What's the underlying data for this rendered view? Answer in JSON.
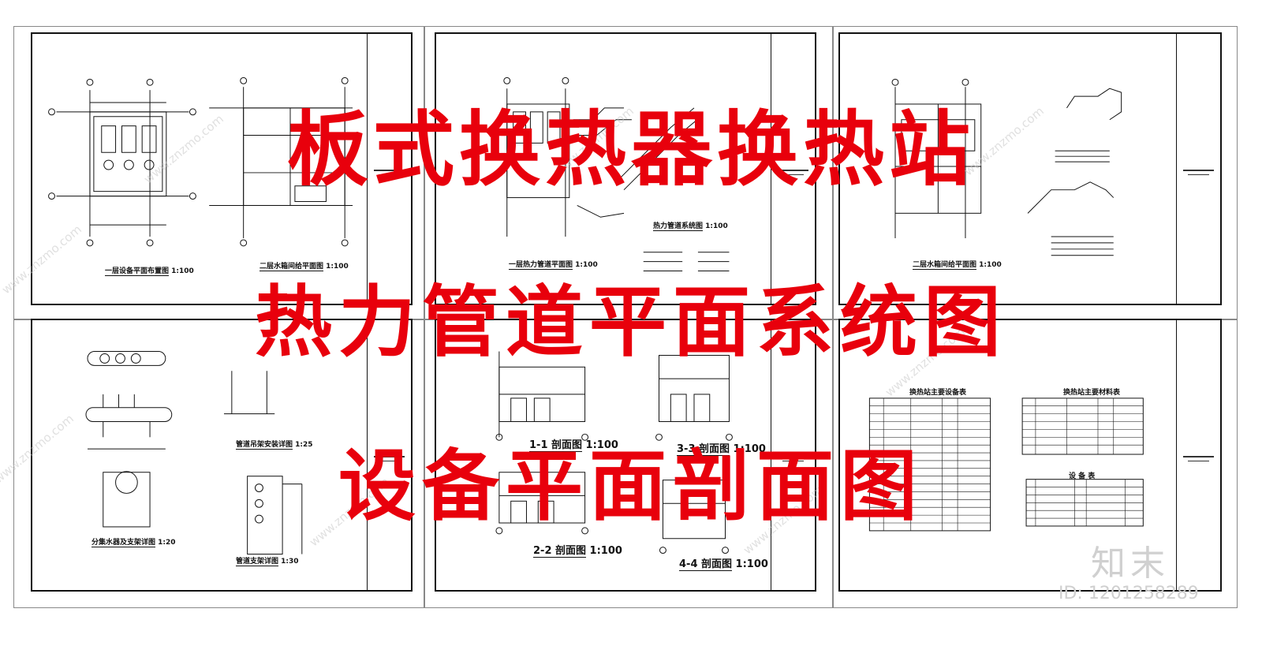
{
  "titles": {
    "line1": "板式换热器换热站",
    "line2": "热力管道平面系统图",
    "line3": "设备平面剖面图"
  },
  "captions": {
    "s1a": "一层设备平面布置图",
    "s1b": "二层水箱间给平面图",
    "s2a": "一层热力管道平面图",
    "s2b": "热力管道系统图",
    "s3a": "二层水箱间给平面图",
    "s4a": "分集水器及支架详图",
    "s4b": "管道吊架安装详图",
    "s4c": "管道支架详图",
    "s5a": "1-1 剖面图",
    "s5b": "2-2 剖面图",
    "s5c": "3-3 剖面图",
    "s5d": "4-4 剖面图",
    "s6a": "换热站主要设备表",
    "s6b": "换热站主要材料表",
    "s6c": "设 备 表"
  },
  "watermark": {
    "text": "www.znzmo.com",
    "logo": "知末",
    "id_text": "ID: 1201258289"
  },
  "colors": {
    "title_red": "#e8000c",
    "line": "#111111",
    "frame_gray": "#888888",
    "watermark_gray": "#cfcfcf"
  }
}
